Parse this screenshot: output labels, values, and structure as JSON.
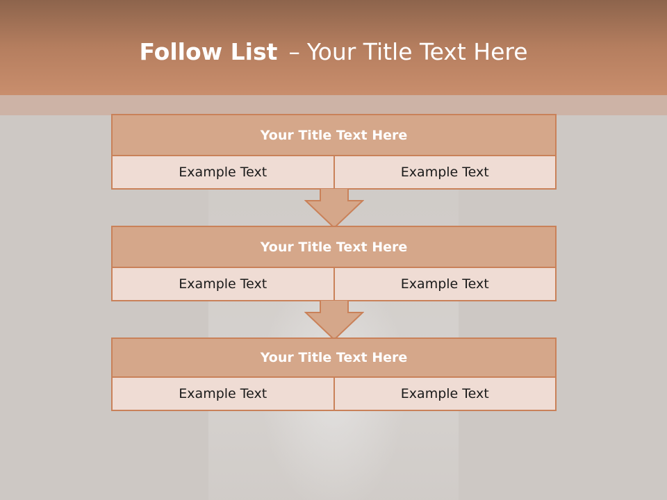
{
  "slide": {
    "title_bold": "Follow List",
    "title_dash": "–",
    "title_rest": "Your Title Text Here"
  },
  "blocks": [
    {
      "title": "Your Title Text Here",
      "left": "Example Text",
      "right": "Example Text"
    },
    {
      "title": "Your Title Text Here",
      "left": "Example Text",
      "right": "Example Text"
    },
    {
      "title": "Your Title Text Here",
      "left": "Example Text",
      "right": "Example Text"
    }
  ],
  "colors": {
    "header": "#c98e6d",
    "block_title": "#d5a78a",
    "block_cell": "#efdcd4",
    "border": "#c98159",
    "background": "#cdc8c4"
  }
}
